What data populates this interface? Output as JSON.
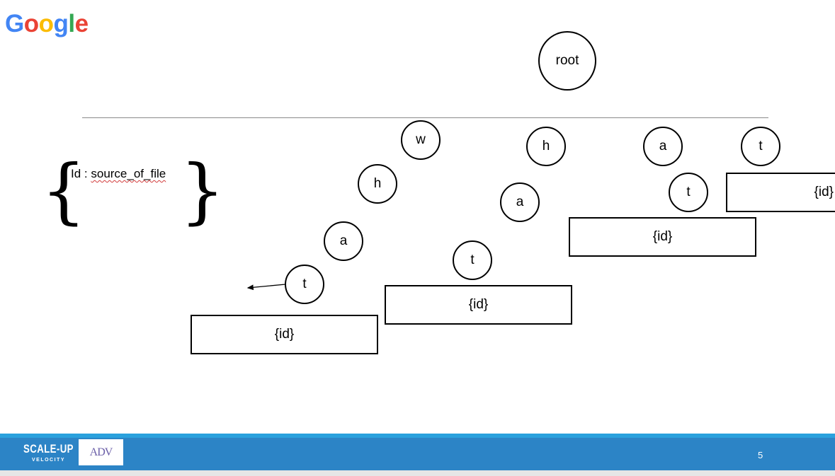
{
  "logo": {
    "letters": [
      {
        "char": "G",
        "color": "#4285F4"
      },
      {
        "char": "o",
        "color": "#EA4335"
      },
      {
        "char": "o",
        "color": "#FBBC05"
      },
      {
        "char": "g",
        "color": "#4285F4"
      },
      {
        "char": "l",
        "color": "#34A853"
      },
      {
        "char": "e",
        "color": "#EA4335"
      }
    ]
  },
  "definition": {
    "open_brace": "{",
    "close_brace": "}",
    "key": "Id : ",
    "value": "source_of_file"
  },
  "tree": {
    "root": "root",
    "nodes": {
      "n1_t": "t",
      "n1_a": "a",
      "n1_h": "h",
      "n1_w": "w",
      "n2_t": "t",
      "n2_a": "a",
      "n2_h": "h",
      "n3_t": "t",
      "n3_a": "a",
      "n4_t": "t"
    },
    "id_boxes": {
      "box1": "{id}",
      "box2": "{id}",
      "box3": "{id}",
      "box4": "{id}"
    }
  },
  "footer": {
    "scaleup_text": "SCALE-UP",
    "scaleup_sub": "VELOCITY",
    "adv_text": "ADV",
    "page_number": "5",
    "bar_color": "#2c84c6",
    "accent_color": "#2aa1dd"
  }
}
